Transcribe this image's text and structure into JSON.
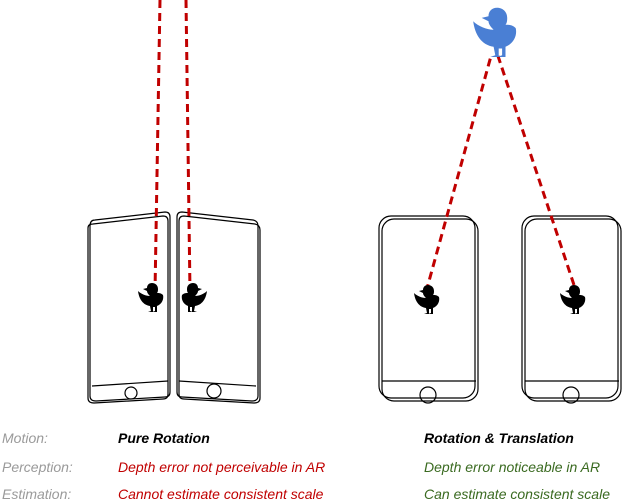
{
  "labels": {
    "motion": "Motion:",
    "perception": "Perception:",
    "estimation": "Estimation:"
  },
  "left_case": {
    "title": "Pure Rotation",
    "perception": "Depth error not perceivable in AR",
    "estimation": "Cannot estimate consistent scale"
  },
  "right_case": {
    "title": "Rotation & Translation",
    "perception": "Depth error noticeable in AR",
    "estimation": "Can estimate consistent scale"
  },
  "colors": {
    "ray": "#c00000",
    "far_duck": "#4a7fd4",
    "near_duck": "#000000",
    "label_grey": "#9a9a9a",
    "bad_text": "#c00000",
    "good_text": "#3a6a20"
  },
  "icons": [
    "duck-icon",
    "phone-icon",
    "home-button-icon"
  ]
}
